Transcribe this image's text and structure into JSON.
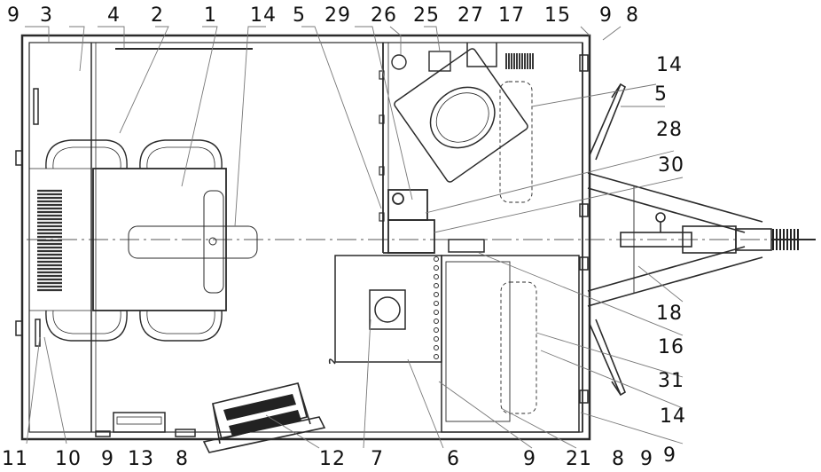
{
  "figure": {
    "background": "#ffffff",
    "line_color": "#2a2a2a",
    "label_color": "#111111"
  },
  "labels": {
    "top": [
      "9",
      "3",
      "4",
      "2",
      "1",
      "14",
      "5",
      "29",
      "26",
      "25",
      "27",
      "17",
      "15",
      "9",
      "8"
    ],
    "right": [
      "14",
      "5",
      "28",
      "30",
      "18",
      "16",
      "31",
      "14",
      "9"
    ],
    "bottom": [
      "11",
      "10",
      "9",
      "13",
      "8",
      "12",
      "7",
      "6",
      "9",
      "21",
      "8",
      "9"
    ]
  }
}
